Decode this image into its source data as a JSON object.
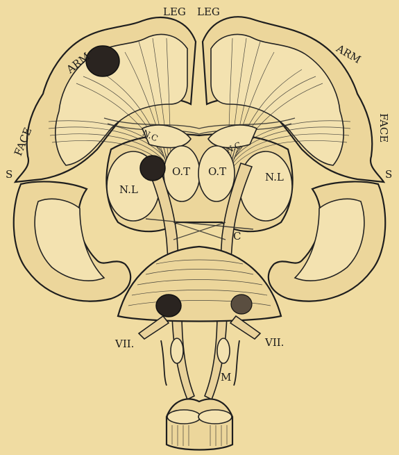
{
  "labels": {
    "leg_left": "LEG",
    "leg_right": "LEG",
    "arm_left": "ARM",
    "arm_right": "ARM",
    "face_left": "FACE",
    "face_right": "FACE",
    "s_left": "S",
    "s_right": "S",
    "nc_left": "N.C",
    "nc_right": "N.C",
    "ot_left": "O.T",
    "ot_right": "O.T",
    "nl_left": "N.L",
    "nl_right": "N.L",
    "c": "C",
    "vii_left": "VII.",
    "vii_right": "VII.",
    "m": "M"
  },
  "colors": {
    "background": "#f0dca2",
    "ink": "#1e1e1e",
    "lesion": "#2a2420"
  }
}
